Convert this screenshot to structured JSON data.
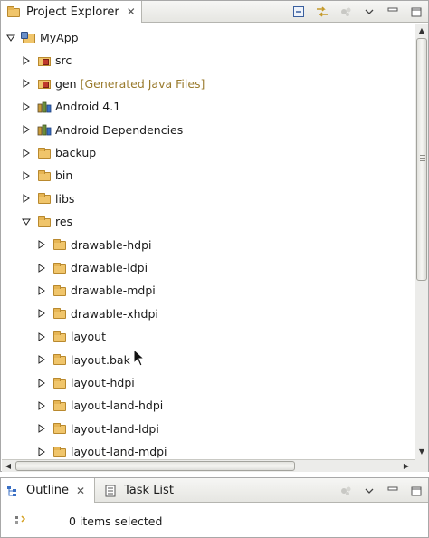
{
  "project_explorer": {
    "title": "Project Explorer",
    "close_glyph": "✕",
    "toolbar": [
      {
        "name": "collapse-all-icon"
      },
      {
        "name": "link-with-editor-icon"
      },
      {
        "name": "focus-icon"
      },
      {
        "name": "view-menu-chevron-icon"
      },
      {
        "name": "minimize-icon"
      },
      {
        "name": "maximize-icon"
      }
    ],
    "tree": [
      {
        "label": "MyApp",
        "depth": 0,
        "expanded": true,
        "icon": "project-icon"
      },
      {
        "label": "src",
        "depth": 1,
        "expanded": false,
        "icon": "source-folder-icon"
      },
      {
        "label": "gen",
        "decoration": "[Generated Java Files]",
        "depth": 1,
        "expanded": false,
        "icon": "source-folder-icon"
      },
      {
        "label": "Android 4.1",
        "depth": 1,
        "expanded": false,
        "icon": "library-icon"
      },
      {
        "label": "Android Dependencies",
        "depth": 1,
        "expanded": false,
        "icon": "library-icon"
      },
      {
        "label": "backup",
        "depth": 1,
        "expanded": false,
        "icon": "folder-icon"
      },
      {
        "label": "bin",
        "depth": 1,
        "expanded": false,
        "icon": "folder-icon"
      },
      {
        "label": "libs",
        "depth": 1,
        "expanded": false,
        "icon": "folder-icon"
      },
      {
        "label": "res",
        "depth": 1,
        "expanded": true,
        "icon": "folder-icon"
      },
      {
        "label": "drawable-hdpi",
        "depth": 2,
        "expanded": false,
        "icon": "folder-icon"
      },
      {
        "label": "drawable-ldpi",
        "depth": 2,
        "expanded": false,
        "icon": "folder-icon"
      },
      {
        "label": "drawable-mdpi",
        "depth": 2,
        "expanded": false,
        "icon": "folder-icon"
      },
      {
        "label": "drawable-xhdpi",
        "depth": 2,
        "expanded": false,
        "icon": "folder-icon"
      },
      {
        "label": "layout",
        "depth": 2,
        "expanded": false,
        "icon": "folder-icon"
      },
      {
        "label": "layout.bak",
        "depth": 2,
        "expanded": false,
        "icon": "folder-icon"
      },
      {
        "label": "layout-hdpi",
        "depth": 2,
        "expanded": false,
        "icon": "folder-icon"
      },
      {
        "label": "layout-land-hdpi",
        "depth": 2,
        "expanded": false,
        "icon": "folder-icon"
      },
      {
        "label": "layout-land-ldpi",
        "depth": 2,
        "expanded": false,
        "icon": "folder-icon"
      },
      {
        "label": "layout-land-mdpi",
        "depth": 2,
        "expanded": false,
        "icon": "folder-icon"
      }
    ]
  },
  "outline": {
    "tabs": [
      {
        "label": "Outline",
        "active": true,
        "close_glyph": "✕"
      },
      {
        "label": "Task List",
        "active": false
      }
    ],
    "status": "0 items selected"
  },
  "colors": {
    "decoration": "#9a7b2e",
    "folder": "#f0c56b"
  }
}
